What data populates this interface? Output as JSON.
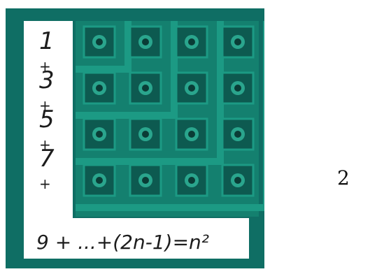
{
  "colors": {
    "background": "#ffffff",
    "border": "#0f6e64",
    "teal_dark": "#0d5a50",
    "teal_mid": "#14806f",
    "teal_light": "#1c9a84",
    "panel": "#ffffff",
    "dot": "#0a3c36"
  },
  "figure": {
    "odd_terms": [
      "1",
      "+",
      "3",
      "+",
      "5",
      "+",
      "7",
      "+"
    ],
    "formula": "9 + ...+(2n-1)=n²",
    "grid_size": 4
  },
  "page_number": "2"
}
